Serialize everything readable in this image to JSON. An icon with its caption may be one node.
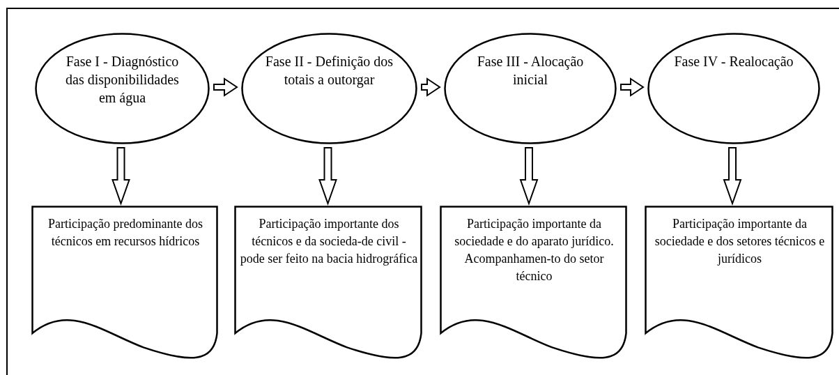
{
  "diagram": {
    "nodes": [
      {
        "text": [
          "Fase I - Diagnóstico das disponibilidades em água"
        ]
      },
      {
        "text": [
          "Fase II - Definição dos totais a outorgar"
        ]
      },
      {
        "text": [
          "Fase III - Alocação inicial"
        ]
      },
      {
        "text": [
          "Fase IV - Realocação"
        ]
      },
      {
        "text": [
          "Participação predominante dos técnicos em recursos hídricos"
        ]
      },
      {
        "text": [
          "Participação importante dos técnicos e da socieda-de civil - pode ser feito na bacia hidrográfica"
        ]
      },
      {
        "text": [
          "Participação importante da sociedade e do aparato jurídico. Acompanhamen-to do setor técnico"
        ]
      },
      {
        "text": [
          "Participação importante da sociedade e dos setores técnicos e jurídicos"
        ]
      }
    ],
    "edges": [
      {
        "from": 0,
        "to": 1,
        "arrow": "to"
      },
      {
        "from": 1,
        "to": 2,
        "arrow": "to"
      },
      {
        "from": 2,
        "to": 3,
        "arrow": "to"
      },
      {
        "from": 0,
        "to": 4,
        "arrow": "to"
      },
      {
        "from": 1,
        "to": 5,
        "arrow": "to"
      },
      {
        "from": 2,
        "to": 6,
        "arrow": "to"
      },
      {
        "from": 3,
        "to": 7,
        "arrow": "to"
      }
    ]
  }
}
